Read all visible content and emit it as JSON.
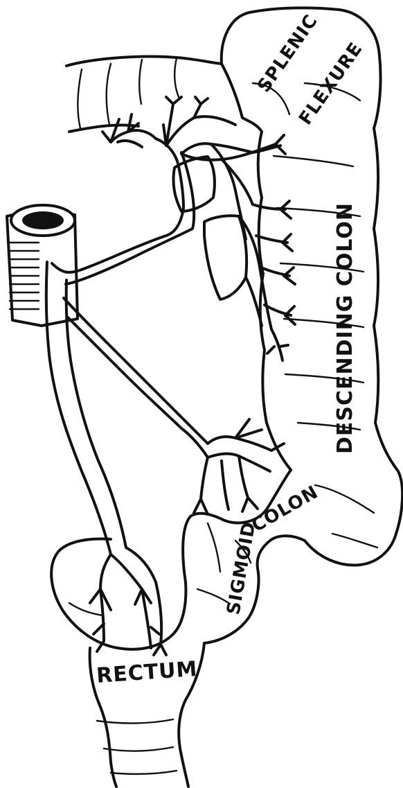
{
  "labels": {
    "splenic": "SPLENIC",
    "flexure": "FLEXURE",
    "descending_colon": "DESCENDING COLON",
    "sigmoid": "SIGMOID",
    "colon": "COLON",
    "rectum": "RECTUM"
  },
  "colors": {
    "ink": "#111111",
    "paper": "#ffffff"
  }
}
